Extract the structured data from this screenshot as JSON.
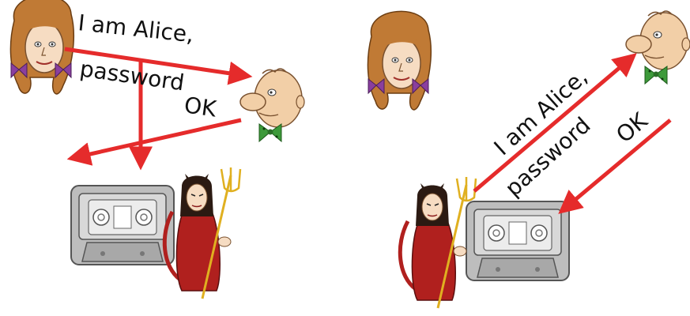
{
  "left_scene": {
    "message_line1": "I am Alice,",
    "message_line2": "password",
    "reply": "OK"
  },
  "right_scene": {
    "message_line1": "I am Alice,",
    "message_line2": "password",
    "reply": "OK"
  },
  "colors": {
    "arrow": "#e52b2b",
    "alice_hair": "#c07a35",
    "alice_skin": "#f6dcc2",
    "alice_bow": "#8a3f9e",
    "bob_skin": "#f2cfa7",
    "bob_bowtie": "#3d9a3a",
    "trudy_dress": "#b0201e",
    "trident": "#e0b020",
    "cassette_body": "#bdbdbd",
    "cassette_border": "#555555"
  },
  "icons": [
    "alice-icon",
    "bob-icon",
    "trudy-icon",
    "cassette-recorder-icon"
  ]
}
